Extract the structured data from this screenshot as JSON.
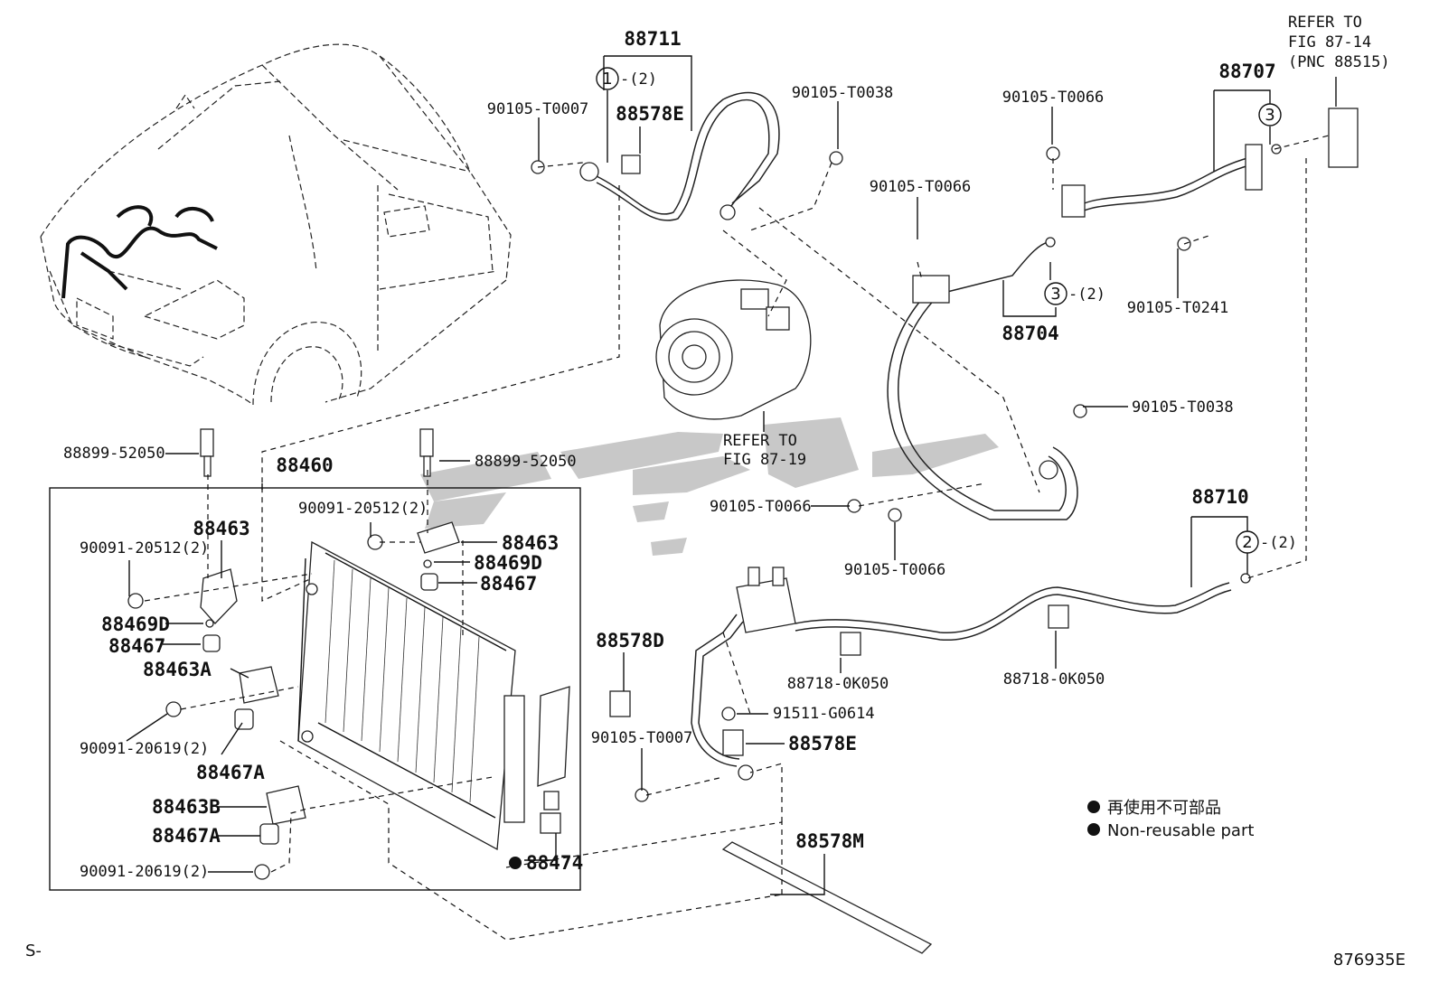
{
  "labels": {
    "p88711": "88711",
    "c1_note": "-(2)",
    "p90105_T0007_a": "90105-T0007",
    "p88578E_a": "88578E",
    "p90105_T0038_a": "90105-T0038",
    "p90105_T0066_a": "90105-T0066",
    "p90105_T0066_b": "90105-T0066",
    "p88707": "88707",
    "refer_to_1": "REFER TO",
    "fig_87_14": "FIG 87-14",
    "pnc_88515": "(PNC 88515)",
    "c3_note": "-(2)",
    "p88704": "88704",
    "p90105_T0241": "90105-T0241",
    "refer_to_2": "REFER TO",
    "fig_87_19": "FIG 87-19",
    "p90105_T0038_b": "90105-T0038",
    "p88899_52050_a": "88899-52050",
    "p88899_52050_b": "88899-52050",
    "p88460": "88460",
    "p90091_20512_a": "90091-20512(2)",
    "p90091_20512_b": "90091-20512(2)",
    "p88463_a": "88463",
    "p88463_b": "88463",
    "p88469D_a": "88469D",
    "p88469D_b": "88469D",
    "p88467_a": "88467",
    "p88467_b": "88467",
    "p88463A": "88463A",
    "p90091_20619_a": "90091-20619(2)",
    "p88467A_a": "88467A",
    "p88463B": "88463B",
    "p88467A_b": "88467A",
    "p90091_20619_b": "90091-20619(2)",
    "p88474": "88474",
    "p90105_T0066_c": "90105-T0066",
    "p90105_T0066_d": "90105-T0066",
    "p88710": "88710",
    "c2_note": "-(2)",
    "p88578D": "88578D",
    "p88718_0K050_a": "88718-0K050",
    "p88718_0K050_b": "88718-0K050",
    "p91511_G0614": "91511-G0614",
    "p90105_T0007_b": "90105-T0007",
    "p88578E_b": "88578E",
    "p88578M": "88578M",
    "circle_1": "1",
    "circle_2": "2",
    "circle_3a": "3",
    "circle_3b": "3",
    "corner_left": "S-",
    "drawing_number": "876935E"
  },
  "legend": {
    "non_reusable_cn": "再使用不可部品",
    "non_reusable_en": "Non-reusable part"
  }
}
